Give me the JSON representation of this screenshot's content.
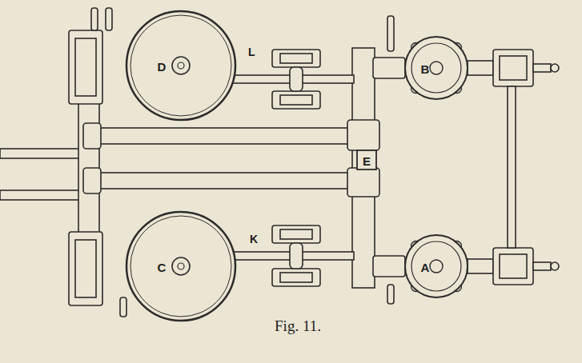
{
  "diagram": {
    "caption": "Fig. 11.",
    "nodes": [
      {
        "text": [
          "D"
        ]
      },
      {
        "text": [
          "B"
        ]
      },
      {
        "text": [
          "E"
        ]
      },
      {
        "text": [
          "C"
        ]
      },
      {
        "text": [
          "A"
        ]
      }
    ],
    "labels": [
      "L",
      "K"
    ]
  }
}
